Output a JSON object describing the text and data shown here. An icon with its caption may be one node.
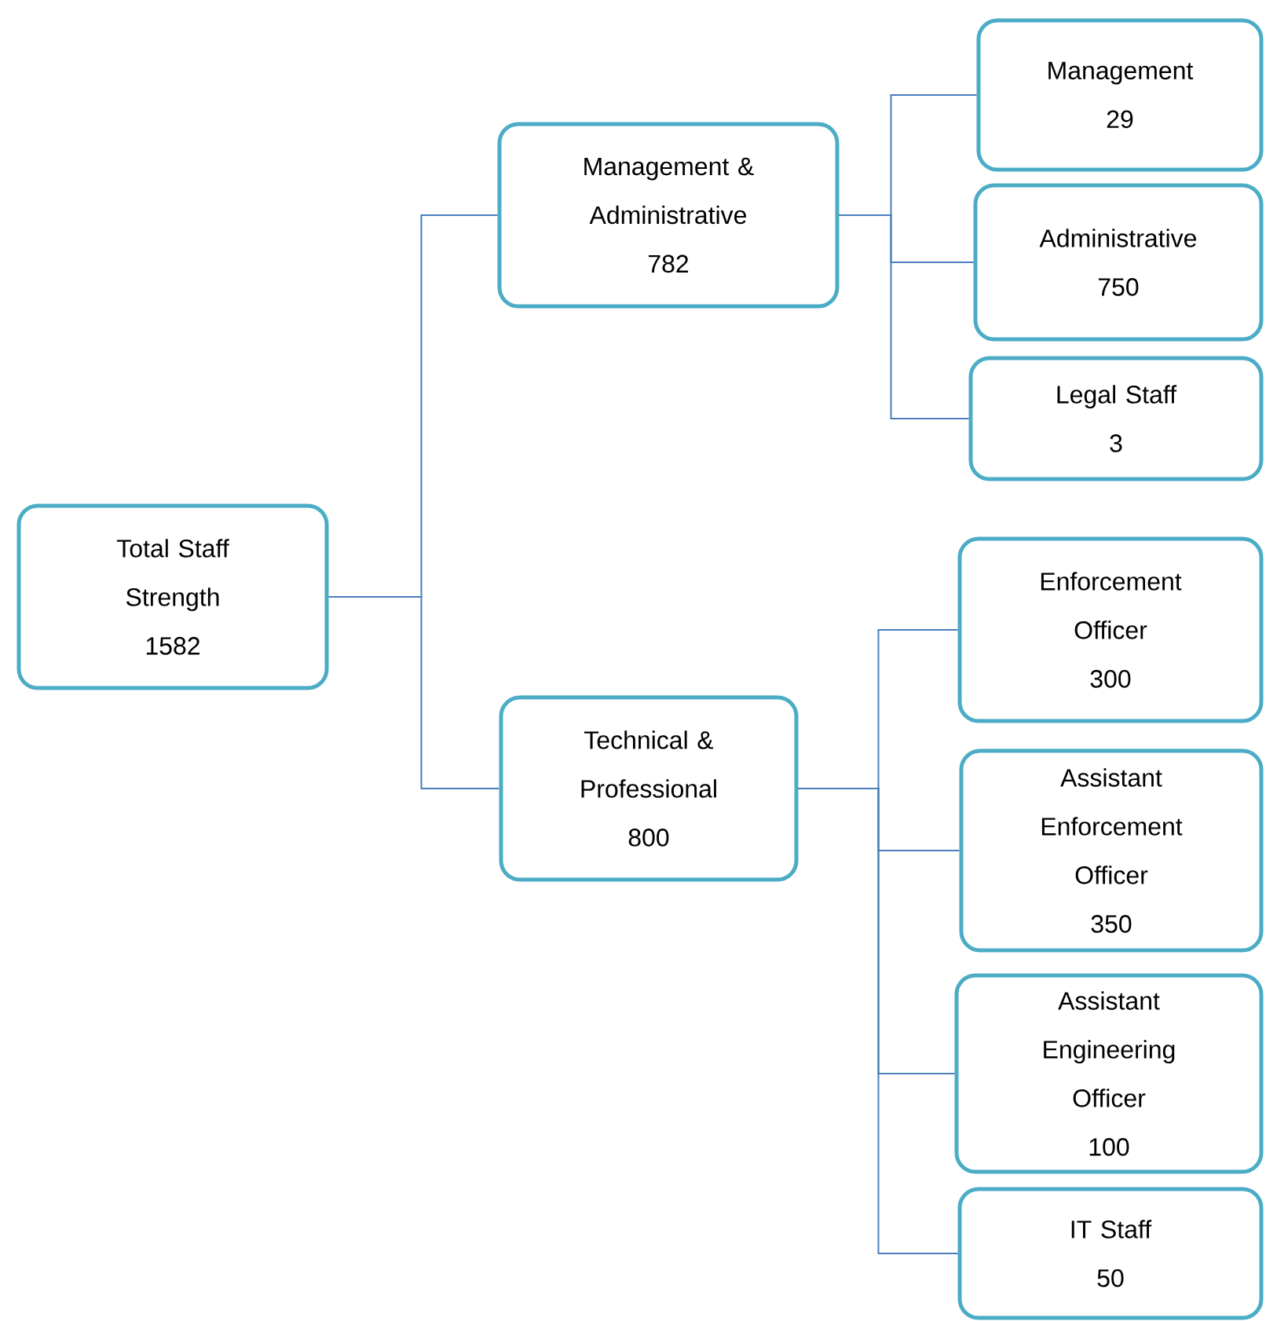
{
  "diagram": {
    "nodes": [
      {
        "text": [
          "Total Staff Strength",
          "1582"
        ]
      },
      {
        "text": [
          "Management & Administrative",
          "782"
        ]
      },
      {
        "text": [
          "Technical & Professional",
          "800"
        ]
      },
      {
        "text": [
          "Management",
          "29"
        ]
      },
      {
        "text": [
          "Administrative",
          "750"
        ]
      },
      {
        "text": [
          "Legal Staff",
          "3"
        ]
      },
      {
        "text": [
          "Enforcement Officer",
          "300"
        ]
      },
      {
        "text": [
          "Assistant Enforcement Officer",
          "350"
        ]
      },
      {
        "text": [
          "Assistant Engineering Officer",
          "100"
        ]
      },
      {
        "text": [
          "IT Staff",
          "50"
        ]
      }
    ],
    "edges": [
      {
        "from": 0,
        "to": 1,
        "arrow": "none"
      },
      {
        "from": 0,
        "to": 2,
        "arrow": "none"
      },
      {
        "from": 1,
        "to": 3,
        "arrow": "none"
      },
      {
        "from": 1,
        "to": 4,
        "arrow": "none"
      },
      {
        "from": 1,
        "to": 5,
        "arrow": "none"
      },
      {
        "from": 2,
        "to": 6,
        "arrow": "none"
      },
      {
        "from": 2,
        "to": 7,
        "arrow": "none"
      },
      {
        "from": 2,
        "to": 8,
        "arrow": "none"
      },
      {
        "from": 2,
        "to": 9,
        "arrow": "none"
      }
    ]
  }
}
